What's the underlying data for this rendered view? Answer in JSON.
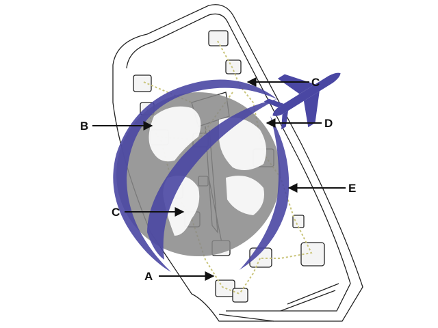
{
  "colors": {
    "background": "#ffffff",
    "globe_fill": "#888888",
    "globe_land": "#ffffff",
    "swoosh": "#4a47a3",
    "airplane": "#4a47a3",
    "line_art": "#222222",
    "wire": "#c9c47a"
  },
  "icons": {
    "logo": "globe-with-airplane-logo",
    "arrows": "arrow-left-icon"
  },
  "callouts": [
    {
      "id": "c-top",
      "label": "C"
    },
    {
      "id": "b",
      "label": "B"
    },
    {
      "id": "d",
      "label": "D"
    },
    {
      "id": "e",
      "label": "E"
    },
    {
      "id": "c-left",
      "label": "C"
    },
    {
      "id": "a",
      "label": "A"
    }
  ]
}
